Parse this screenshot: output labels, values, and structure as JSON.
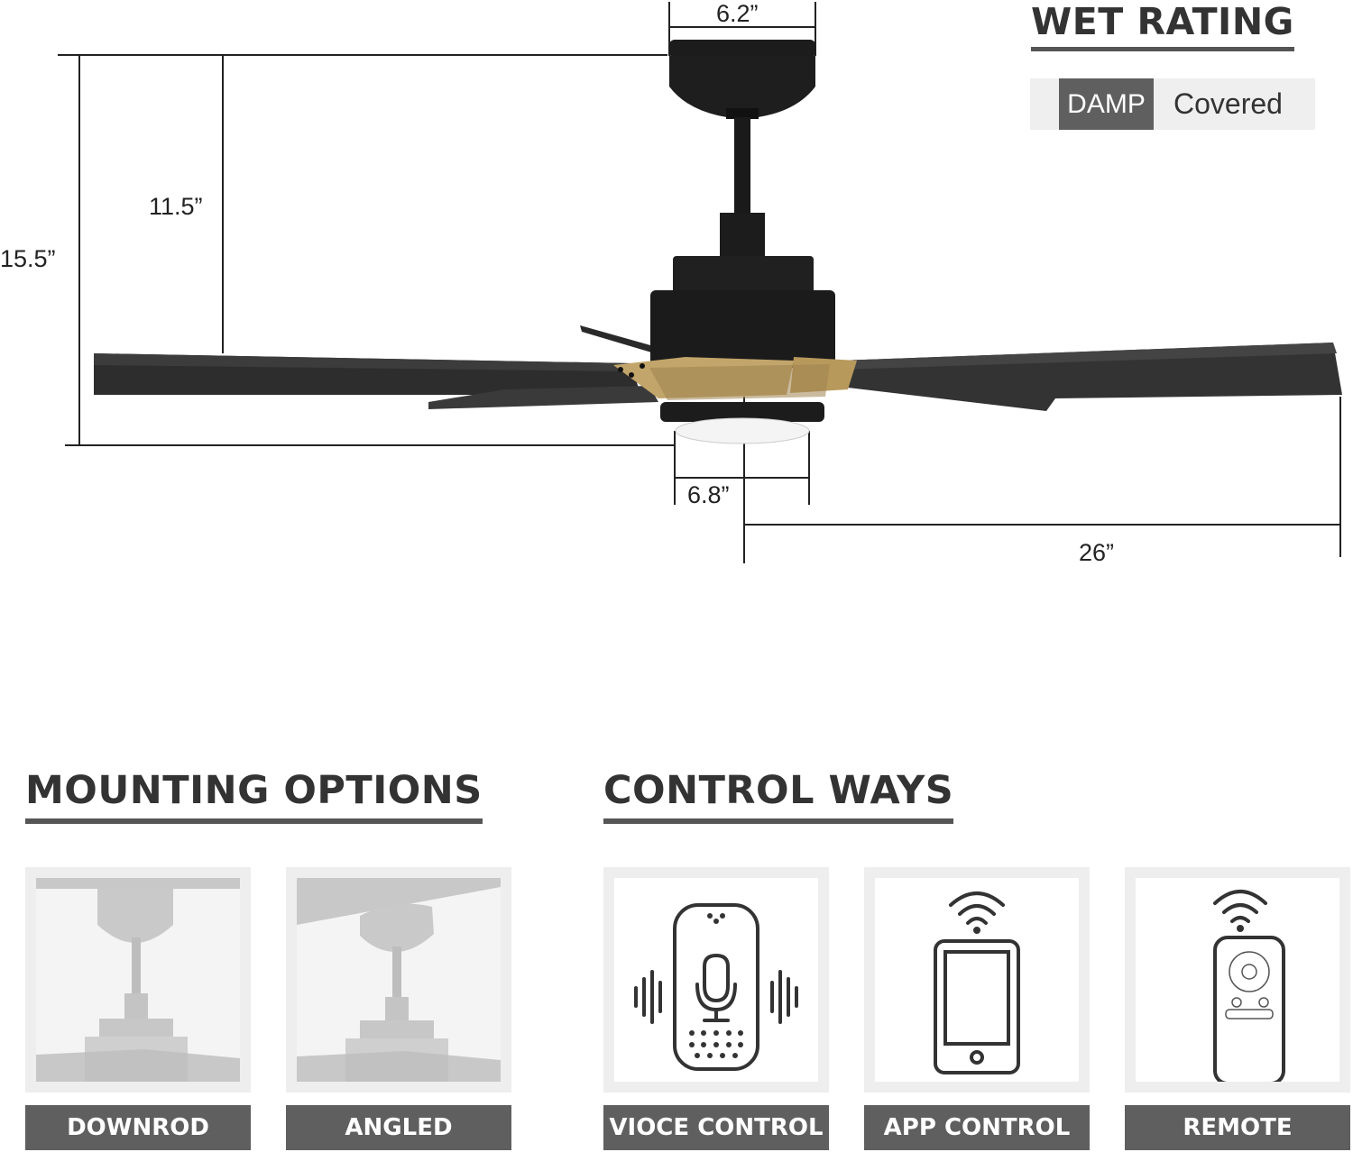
{
  "dimensions": {
    "canopy_width": "6.2”",
    "downrod_height": "11.5”",
    "total_height": "15.5”",
    "light_width": "6.8”",
    "blade_length": "26”"
  },
  "wet_rating": {
    "title": "WET RATING",
    "level": "DAMP",
    "note": "Covered"
  },
  "mounting": {
    "title": "MOUNTING OPTIONS",
    "options": [
      {
        "label": "DOWNROD"
      },
      {
        "label": "ANGLED"
      }
    ]
  },
  "control": {
    "title": "CONTROL WAYS",
    "options": [
      {
        "label": "VIOCE CONTROL",
        "icon": "smart-speaker-icon"
      },
      {
        "label": "APP CONTROL",
        "icon": "smartphone-wifi-icon"
      },
      {
        "label": "REMOTE",
        "icon": "remote-control-icon"
      }
    ]
  },
  "colors": {
    "fan_black": "#1c1c1c",
    "brass": "#c2a56a",
    "label_gray": "#5f5f5f"
  }
}
